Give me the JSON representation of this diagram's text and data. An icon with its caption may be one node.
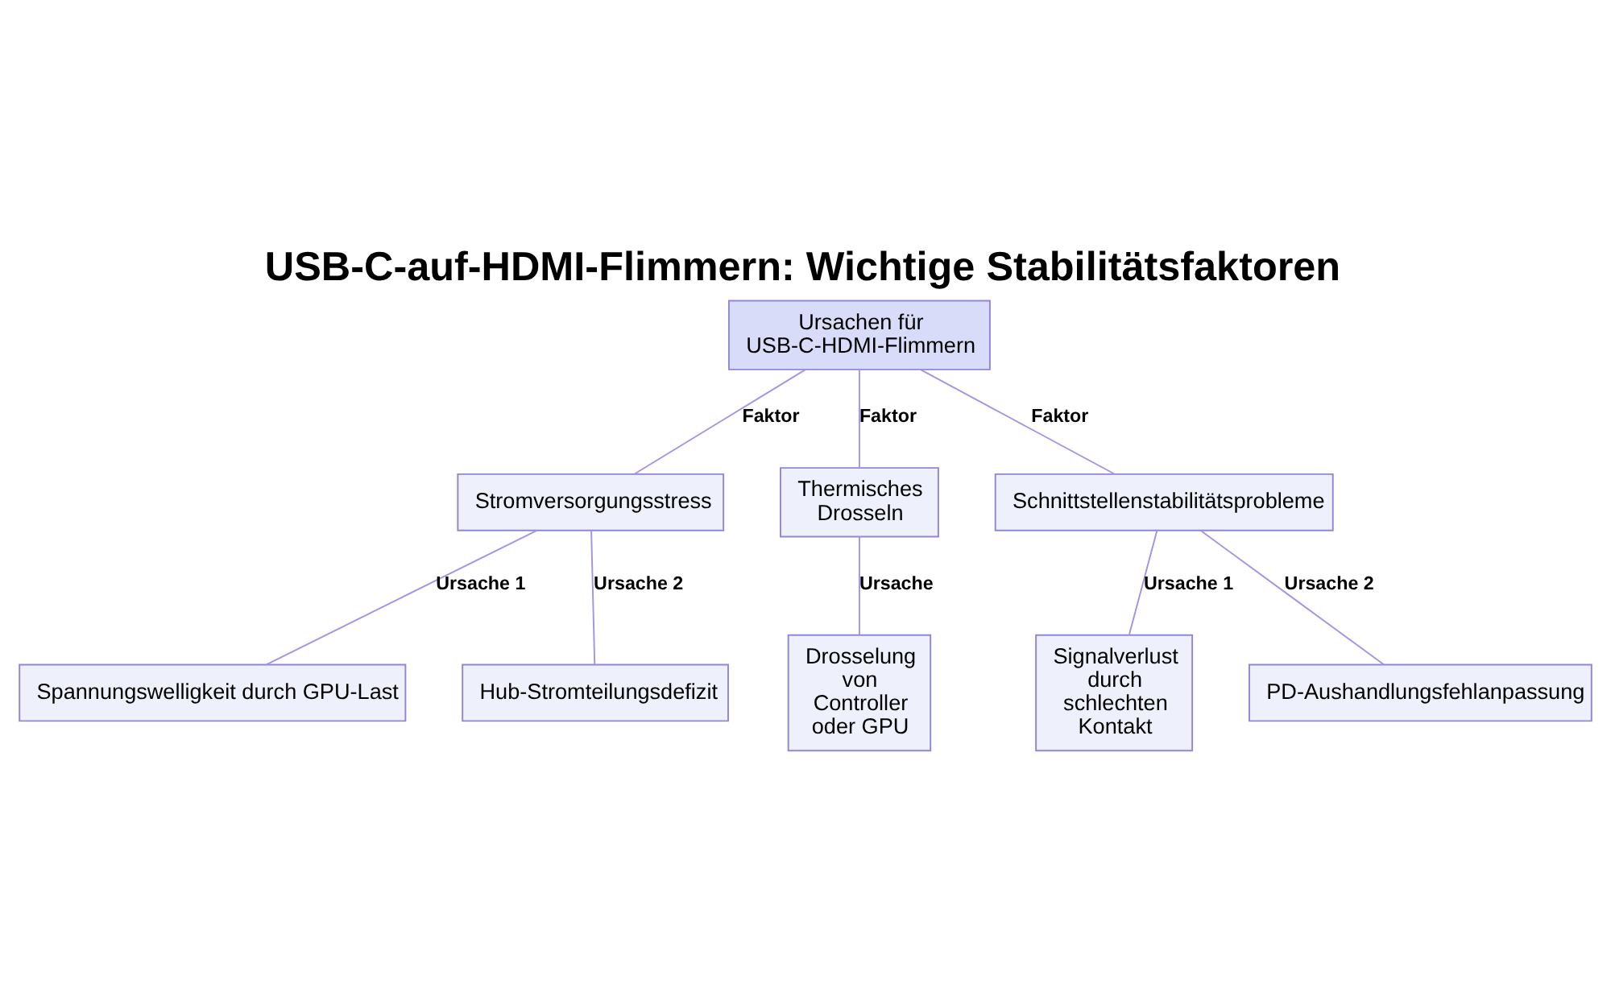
{
  "diagram": {
    "title": "USB-C-auf-HDMI-Flimmern: Wichtige Stabilitätsfaktoren",
    "nodes": [
      {
        "text": [
          "Ursachen für USB-C-HDMI-Flimmern"
        ]
      },
      {
        "text": [
          "Stromversorgungsstress"
        ]
      },
      {
        "text": [
          "Thermisches Drosseln"
        ]
      },
      {
        "text": [
          "Schnittstellenstabilitätsprobleme"
        ]
      },
      {
        "text": [
          "Spannungswelligkeit durch GPU-Last"
        ]
      },
      {
        "text": [
          "Hub-Stromteilungsdefizit"
        ]
      },
      {
        "text": [
          "Drosselung von Controller oder GPU"
        ]
      },
      {
        "text": [
          "Signalverlust durch schlechten Kontakt"
        ]
      },
      {
        "text": [
          "PD-Aushandlungsfehlanpassung"
        ]
      }
    ],
    "edges": [
      {
        "from": 0,
        "to": 1,
        "arrow": "none",
        "label": "Faktor"
      },
      {
        "from": 0,
        "to": 2,
        "arrow": "none",
        "label": "Faktor"
      },
      {
        "from": 0,
        "to": 3,
        "arrow": "none",
        "label": "Faktor"
      },
      {
        "from": 1,
        "to": 4,
        "arrow": "none",
        "label": "Ursache 1"
      },
      {
        "from": 1,
        "to": 5,
        "arrow": "none",
        "label": "Ursache 2"
      },
      {
        "from": 2,
        "to": 6,
        "arrow": "none",
        "label": "Ursache"
      },
      {
        "from": 3,
        "to": 7,
        "arrow": "none",
        "label": "Ursache 1"
      },
      {
        "from": 3,
        "to": 8,
        "arrow": "none",
        "label": "Ursache 2"
      }
    ]
  }
}
